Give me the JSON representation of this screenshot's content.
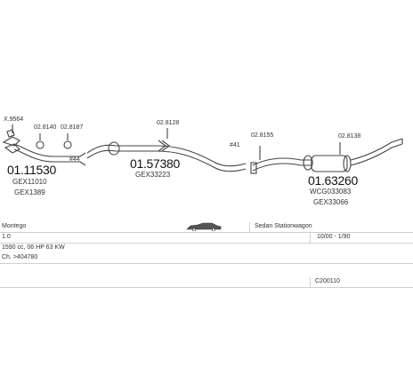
{
  "parts": {
    "clamp_a": "X.9564",
    "clamp_b": "02.8140",
    "clamp_c": "02.8187",
    "pos_44": "#44",
    "front_pipe": "01.11530",
    "front_pipe_ref1": "GEX11010",
    "front_pipe_ref2": "GEX1389",
    "clamp_d": "02.8128",
    "mid_pipe": "01.57380",
    "mid_pipe_ref": "GEX33223",
    "pos_41": "#41",
    "clamp_e": "02.8155",
    "clamp_f": "02.8138",
    "rear_silencer": "01.63260",
    "rear_silencer_ref1": "WCG033083",
    "rear_silencer_ref2": "GEX33066"
  },
  "vehicle": {
    "model": "Montego",
    "body": "Sedan Stationwagon",
    "engine_size": "1.0",
    "period": "10/00 - 1/90",
    "engine_details": "1590 cc, 06 HP 63 KW",
    "chassis": "Ch. >404780",
    "code": "C200110"
  },
  "icons": {
    "car": "car-silhouette-icon"
  }
}
